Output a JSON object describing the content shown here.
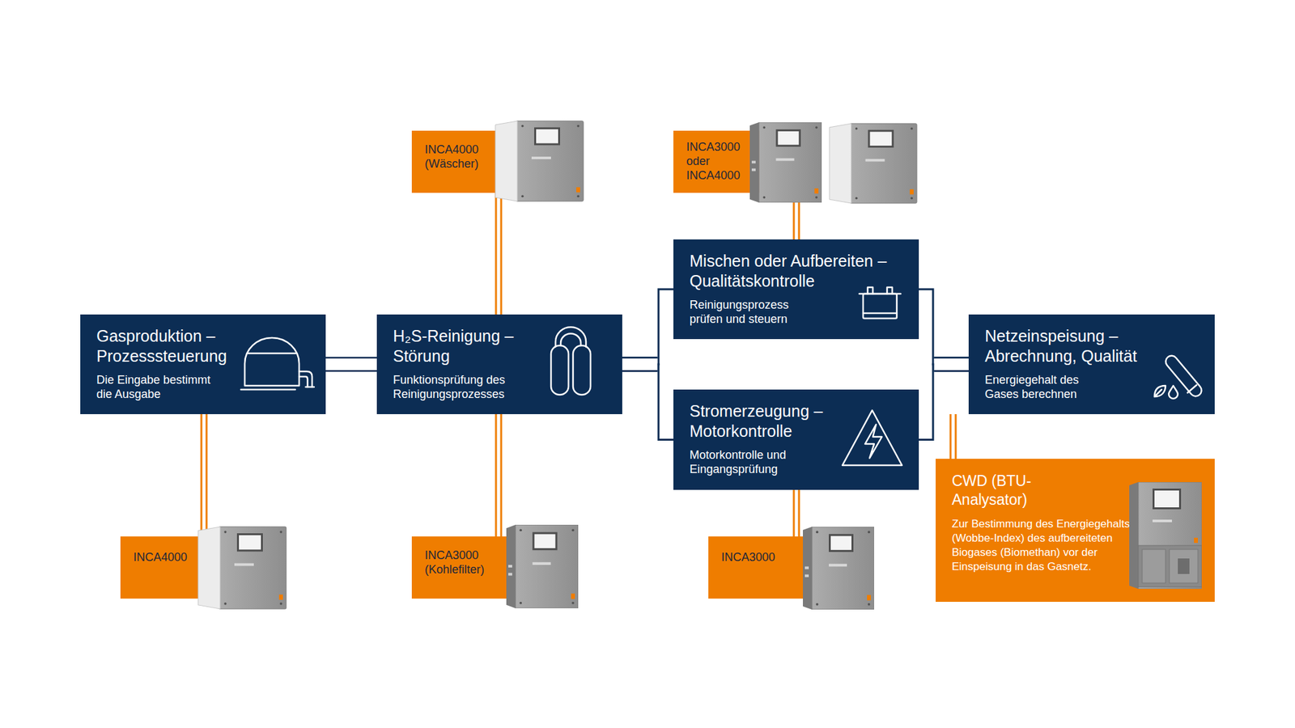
{
  "diagram": {
    "nodes": [
      {
        "text": [
          "INCA4000 (Wäscher)"
        ]
      },
      {
        "text": [
          "INCA3000 oder INCA4000"
        ]
      },
      {
        "text": [
          "Gasproduktion – Prozesssteuerung",
          "Die Eingabe bestimmt die Ausgabe"
        ]
      },
      {
        "text": [
          "H₂S-Reinigung – Störung",
          "Funktionsprüfung des Reinigungsprozesses"
        ]
      },
      {
        "text": [
          "Mischen oder Aufbereiten – Qualitätskontrolle",
          "Reinigungsprozess prüfen und steuern"
        ]
      },
      {
        "text": [
          "Netzeinspeisung – Abrechnung, Qualität",
          "Energiegehalt des Gases berechnen"
        ]
      },
      {
        "text": [
          "Stromerzeugung – Motorkontrolle",
          "Motorkontrolle und Eingangsprüfung"
        ]
      },
      {
        "text": [
          "CWD (BTU-Analysator)",
          "Zur Bestimmung des Energiegehalts (Wobbe-Index) des aufbereiteten Biogases (Biomethan) vor der Einspeisung in das Gasnetz."
        ]
      },
      {
        "text": [
          "INCA4000"
        ]
      },
      {
        "text": [
          "INCA3000 (Kohlefilter)"
        ]
      },
      {
        "text": [
          "INCA3000"
        ]
      }
    ],
    "edges": [
      {
        "from": 2,
        "to": 3,
        "arrow": "none"
      },
      {
        "from": 3,
        "to": 4,
        "arrow": "none"
      },
      {
        "from": 3,
        "to": 6,
        "arrow": "none"
      },
      {
        "from": 4,
        "to": 5,
        "arrow": "none"
      },
      {
        "from": 6,
        "to": 5,
        "arrow": "none"
      },
      {
        "from": 0,
        "to": 3,
        "arrow": "none"
      },
      {
        "from": 1,
        "to": 4,
        "arrow": "none"
      },
      {
        "from": 8,
        "to": 2,
        "arrow": "none"
      },
      {
        "from": 9,
        "to": 3,
        "arrow": "none"
      },
      {
        "from": 10,
        "to": 6,
        "arrow": "none"
      },
      {
        "from": 7,
        "to": 5,
        "arrow": "none"
      }
    ]
  }
}
